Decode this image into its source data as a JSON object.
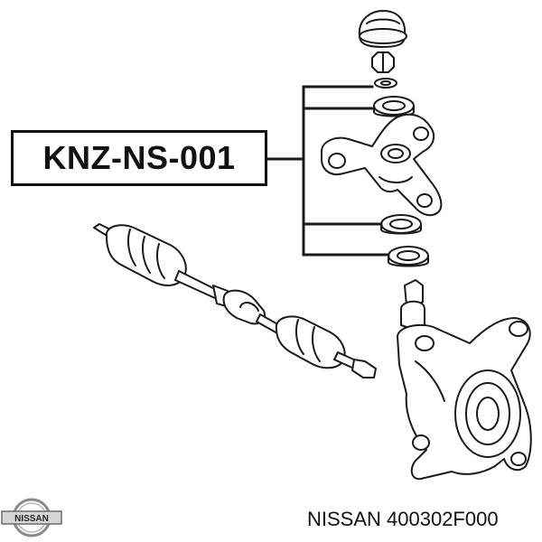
{
  "diagram": {
    "part_number": "KNZ-NS-001",
    "brand_logo_text": "NISSAN",
    "reference": "NISSAN 400302F000"
  },
  "colors": {
    "line": "#1a1a1a",
    "fill": "#ffffff"
  },
  "icons": [
    "nissan-logo-icon",
    "drive-shaft-icon",
    "steering-knuckle-icon",
    "strut-mount-icon",
    "bearing-icon"
  ]
}
